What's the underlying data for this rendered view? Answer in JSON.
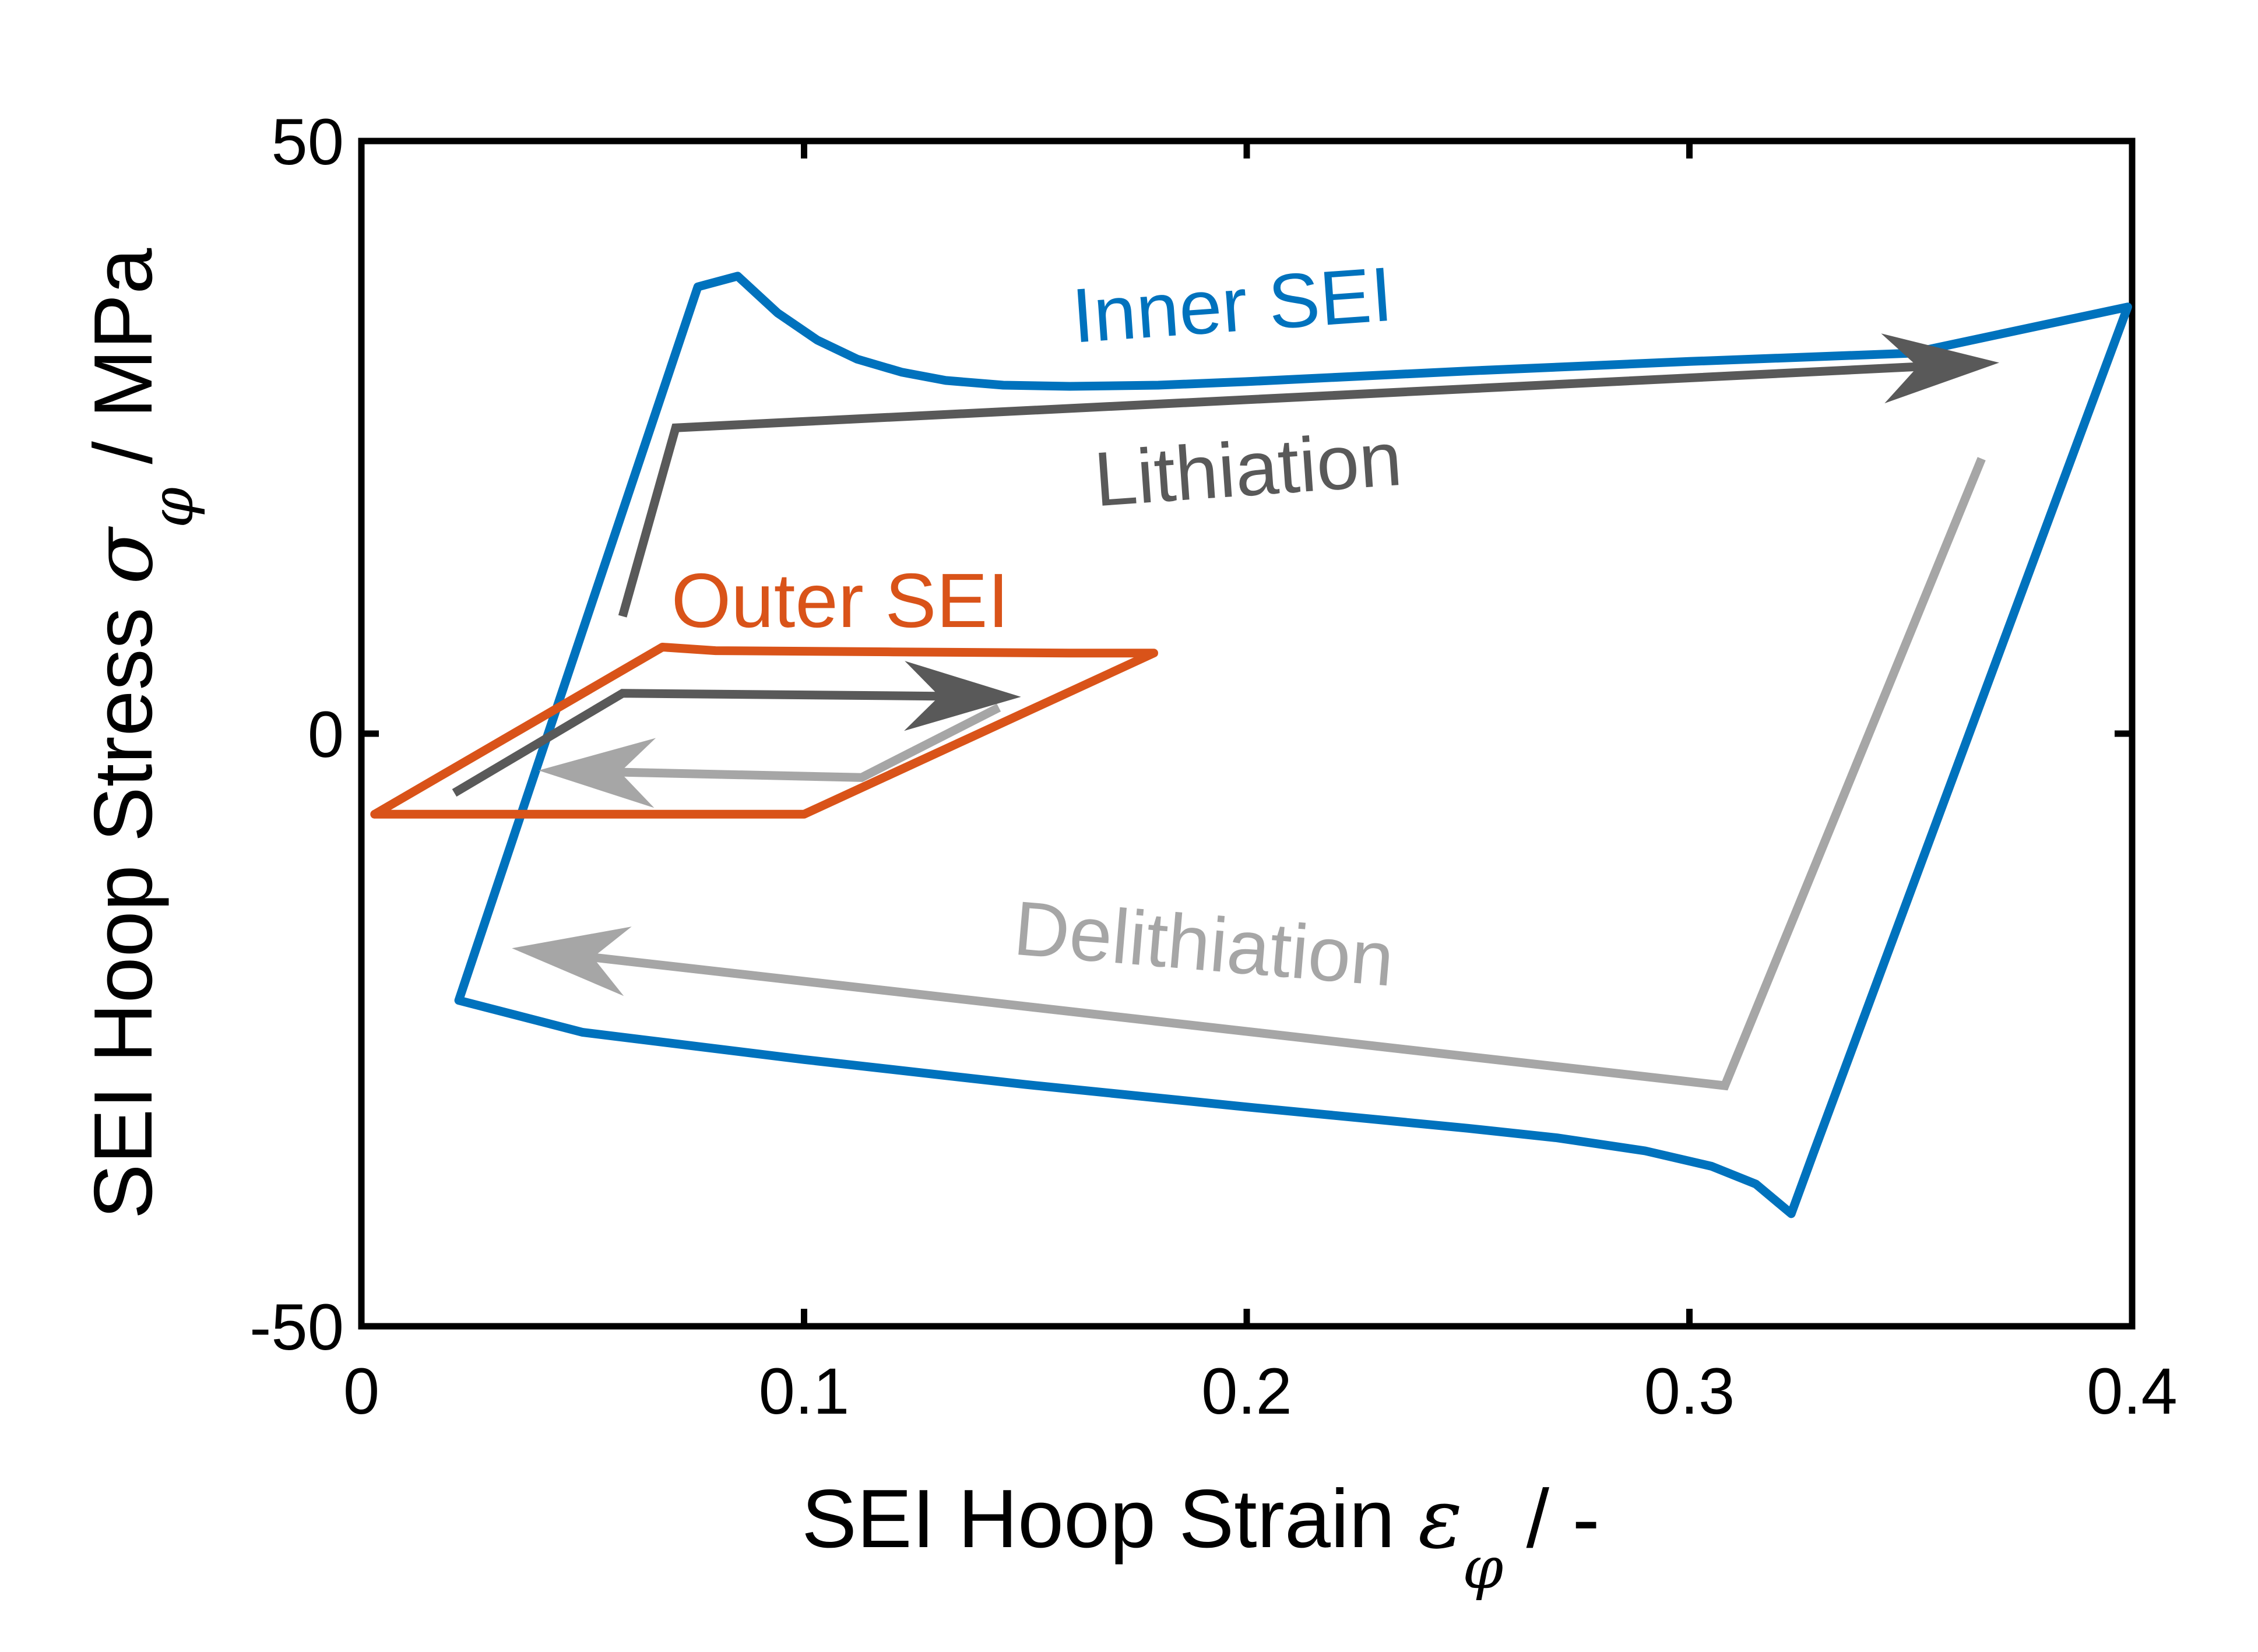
{
  "chart_data": {
    "type": "line",
    "xlabel": {
      "text": "SEI Hoop Strain ",
      "symbol": "ε",
      "subscript": "φ",
      "unit": " /  -"
    },
    "ylabel": {
      "text": "SEI Hoop Stress ",
      "symbol": "σ",
      "subscript": "φ",
      "unit": "  /  MPa"
    },
    "xlim": [
      0,
      0.4
    ],
    "ylim": [
      -50,
      50
    ],
    "xticks": [
      0,
      0.1,
      0.2,
      0.3,
      0.4
    ],
    "xtick_labels": [
      "0",
      "0.1",
      "0.2",
      "0.3",
      "0.4"
    ],
    "yticks": [
      -50,
      0,
      50
    ],
    "ytick_labels": [
      "-50",
      "0",
      "50"
    ],
    "grid": false,
    "colors": {
      "inner": "#0072BD",
      "outer": "#D95319",
      "lithiation": "#595959",
      "delithiation": "#A6A6A6"
    },
    "series": [
      {
        "name": "Inner SEI",
        "color": "#0072BD",
        "points": [
          [
            0.022,
            -22.5
          ],
          [
            0.076,
            37.7
          ],
          [
            0.085,
            38.6
          ],
          [
            0.094,
            35.5
          ],
          [
            0.103,
            33.2
          ],
          [
            0.112,
            31.6
          ],
          [
            0.122,
            30.5
          ],
          [
            0.132,
            29.8
          ],
          [
            0.145,
            29.4
          ],
          [
            0.16,
            29.3
          ],
          [
            0.18,
            29.4
          ],
          [
            0.2,
            29.7
          ],
          [
            0.25,
            30.6
          ],
          [
            0.3,
            31.4
          ],
          [
            0.35,
            32.1
          ],
          [
            0.399,
            36.0
          ],
          [
            0.328,
            -35.4
          ],
          [
            0.323,
            -40.5
          ],
          [
            0.315,
            -38.0
          ],
          [
            0.305,
            -36.5
          ],
          [
            0.29,
            -35.2
          ],
          [
            0.27,
            -34.1
          ],
          [
            0.25,
            -33.3
          ],
          [
            0.2,
            -31.5
          ],
          [
            0.15,
            -29.6
          ],
          [
            0.1,
            -27.5
          ],
          [
            0.05,
            -25.2
          ],
          [
            0.022,
            -22.5
          ]
        ]
      },
      {
        "name": "Outer SEI",
        "color": "#D95319",
        "points": [
          [
            0.003,
            -6.8
          ],
          [
            0.068,
            7.3
          ],
          [
            0.08,
            7.0
          ],
          [
            0.12,
            6.9
          ],
          [
            0.16,
            6.8
          ],
          [
            0.179,
            6.8
          ],
          [
            0.1,
            -6.8
          ],
          [
            0.08,
            -6.8
          ],
          [
            0.003,
            -6.8
          ]
        ]
      }
    ],
    "arrows": [
      {
        "label": "Lithiation",
        "color": "#595959",
        "path": [
          [
            0.059,
            9.9
          ],
          [
            0.071,
            25.8
          ],
          [
            0.37,
            31.3
          ]
        ]
      },
      {
        "label": "Delithiation",
        "color": "#A6A6A6",
        "path": [
          [
            0.366,
            23.2
          ],
          [
            0.308,
            -29.7
          ],
          [
            0.034,
            -18.1
          ]
        ]
      },
      {
        "label": "",
        "color": "#595959",
        "path": [
          [
            0.021,
            -5.0
          ],
          [
            0.059,
            3.4
          ],
          [
            0.149,
            3.1
          ]
        ]
      },
      {
        "label": "",
        "color": "#A6A6A6",
        "path": [
          [
            0.144,
            2.2
          ],
          [
            0.113,
            -3.7
          ],
          [
            0.04,
            -3.1
          ]
        ]
      }
    ],
    "annotations": [
      {
        "text": "Inner SEI",
        "color": "#0072BD",
        "x": 0.161,
        "y": 33.0,
        "rotate": -4
      },
      {
        "text": "Lithiation",
        "color": "#595959",
        "x": 0.166,
        "y": 19.2,
        "rotate": -4
      },
      {
        "text": "Outer SEI",
        "color": "#D95319",
        "x": 0.07,
        "y": 9.0,
        "rotate": 0
      },
      {
        "text": "Delithiation",
        "color": "#A6A6A6",
        "x": 0.147,
        "y": -18.6,
        "rotate": 4.8
      }
    ]
  }
}
